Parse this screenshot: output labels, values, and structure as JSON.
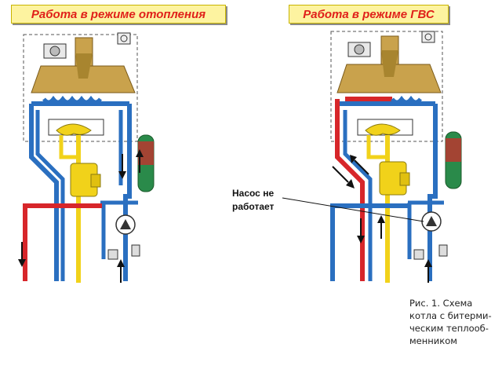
{
  "titles": {
    "left": "Работа в режиме отопления",
    "right": "Работа в режиме ГВС"
  },
  "annotation": {
    "line1": "Насос не",
    "line2": "работает"
  },
  "caption": {
    "line1": "Рис. 1. Схема",
    "line2": "котла с битерми-",
    "line3": "ческим теплооб-",
    "line4": "менником"
  },
  "colors": {
    "hot_pipe": "#d7262a",
    "cold_pipe": "#2a6fc0",
    "gas_pipe": "#f1d21a",
    "flue": "#c9a24c",
    "expansion_tank": "#2a8a4a",
    "title_text": "#e0201a",
    "title_bg": "#fdf3a0"
  },
  "icons": [
    "burner-icon",
    "gas-valve-icon",
    "pump-icon",
    "expansion-tank-icon",
    "flow-arrow-icon",
    "fan-icon",
    "pressure-switch-icon"
  ]
}
